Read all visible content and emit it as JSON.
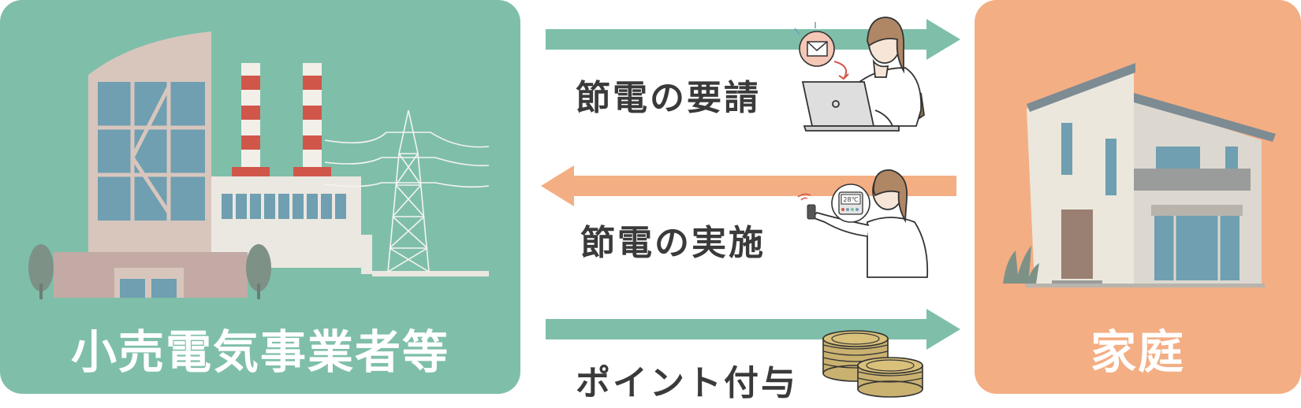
{
  "left_panel": {
    "label": "小売電気事業者等"
  },
  "right_panel": {
    "label": "家庭"
  },
  "flows": [
    {
      "label": "節電の要請"
    },
    {
      "label": "節電の実施"
    },
    {
      "label": "ポイント付与"
    }
  ],
  "thermostat": {
    "display": "28℃"
  },
  "colors": {
    "green": "#7fbfaa",
    "orange": "#f4ae84",
    "text": "#3a3a3a"
  },
  "icons": [
    "power-plant-icon",
    "transmission-tower-icon",
    "house-icon",
    "envelope-icon",
    "laptop-icon",
    "remote-control-icon",
    "coin-stack-icon"
  ]
}
